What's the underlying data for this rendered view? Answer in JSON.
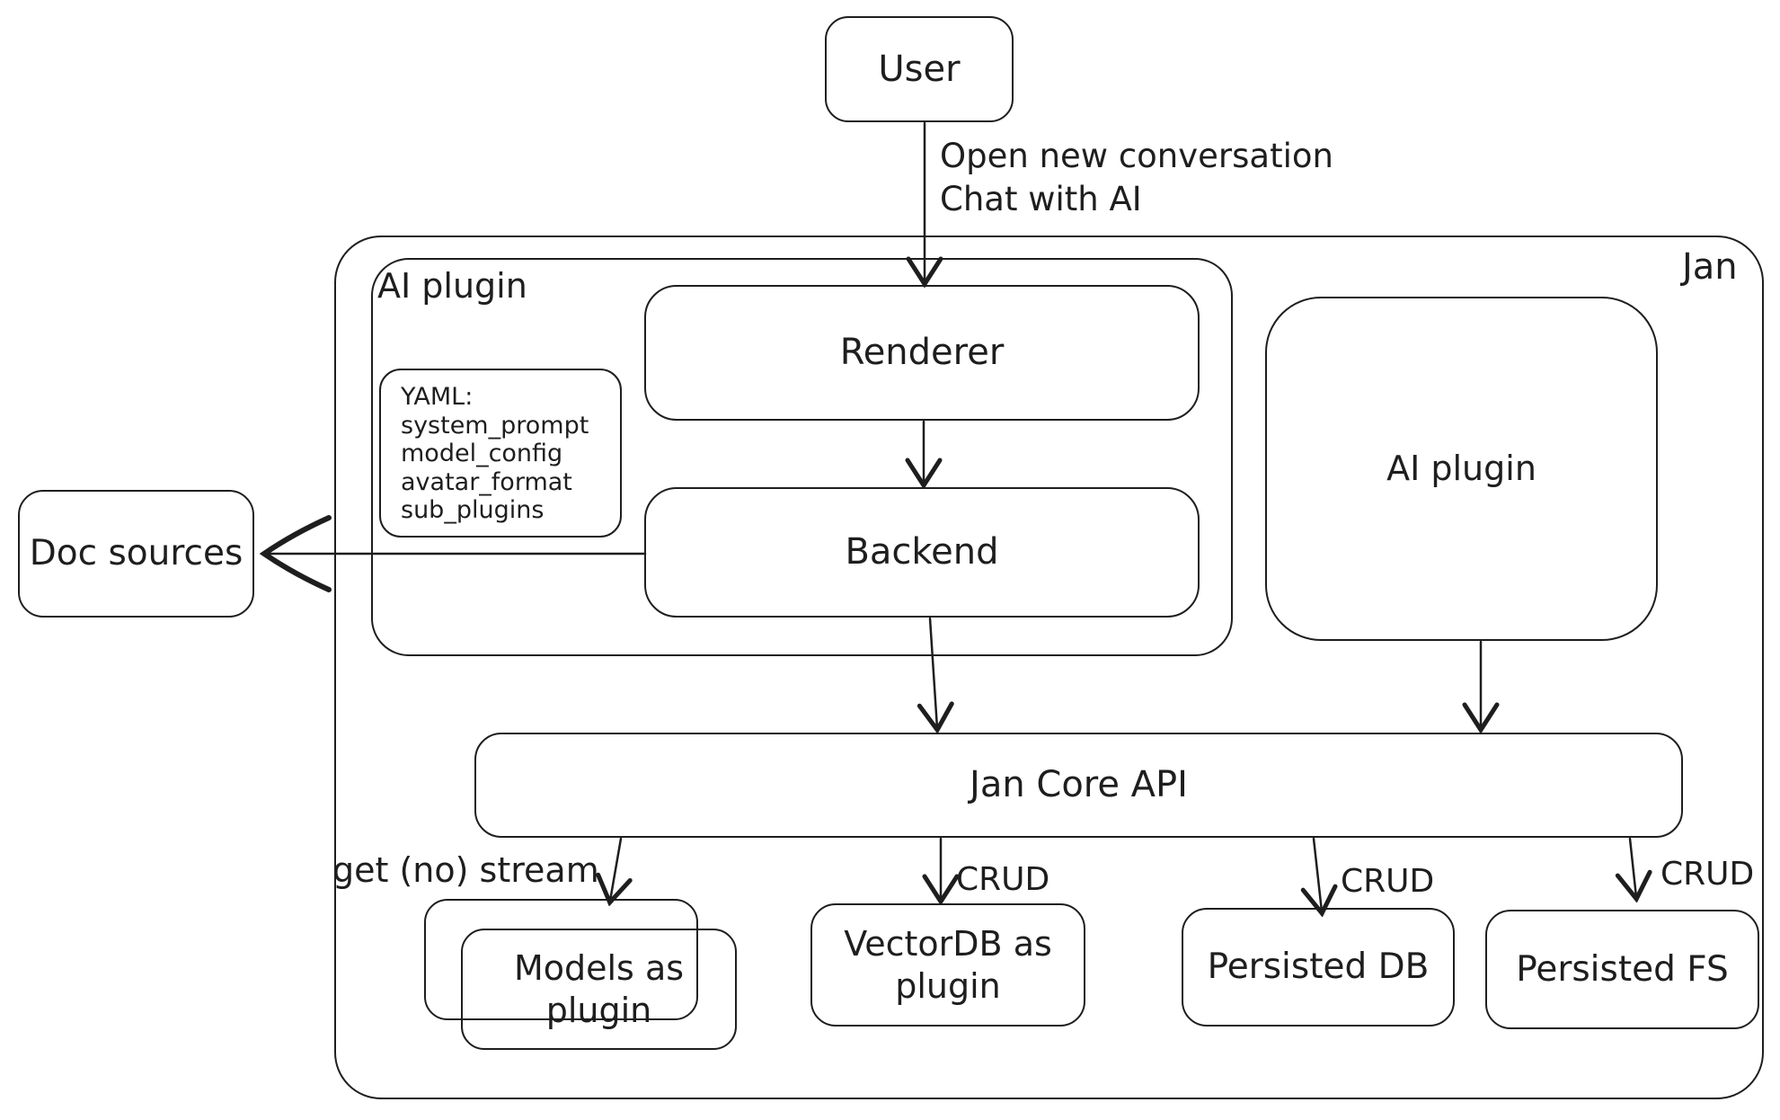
{
  "colors": {
    "stroke": "#1e1e1e",
    "background": "#ffffff"
  },
  "nodes": {
    "user": {
      "label": "User"
    },
    "jan_container": {
      "label": "Jan"
    },
    "ai_plugin_left": {
      "label": "AI plugin"
    },
    "renderer": {
      "label": "Renderer"
    },
    "backend": {
      "label": "Backend"
    },
    "doc_sources": {
      "label": "Doc sources"
    },
    "ai_plugin_right": {
      "label": "AI plugin"
    },
    "jan_core_api": {
      "label": "Jan Core API"
    },
    "models_plugin": {
      "label": "Models as\nplugin"
    },
    "vectordb_plugin": {
      "label": "VectorDB as\nplugin"
    },
    "persisted_db": {
      "label": "Persisted DB"
    },
    "persisted_fs": {
      "label": "Persisted FS"
    }
  },
  "note": {
    "title": "YAML:",
    "fields": [
      "system_prompt",
      "model_config",
      "avatar_format",
      "sub_plugins"
    ]
  },
  "edges": {
    "user_to_renderer": {
      "label": "Open new conversation\nChat with AI"
    },
    "core_to_models": {
      "label": "get (no) stream"
    },
    "core_to_vectordb": {
      "label": "CRUD"
    },
    "core_to_persisted_db": {
      "label": "CRUD"
    },
    "core_to_persisted_fs": {
      "label": "CRUD"
    }
  }
}
